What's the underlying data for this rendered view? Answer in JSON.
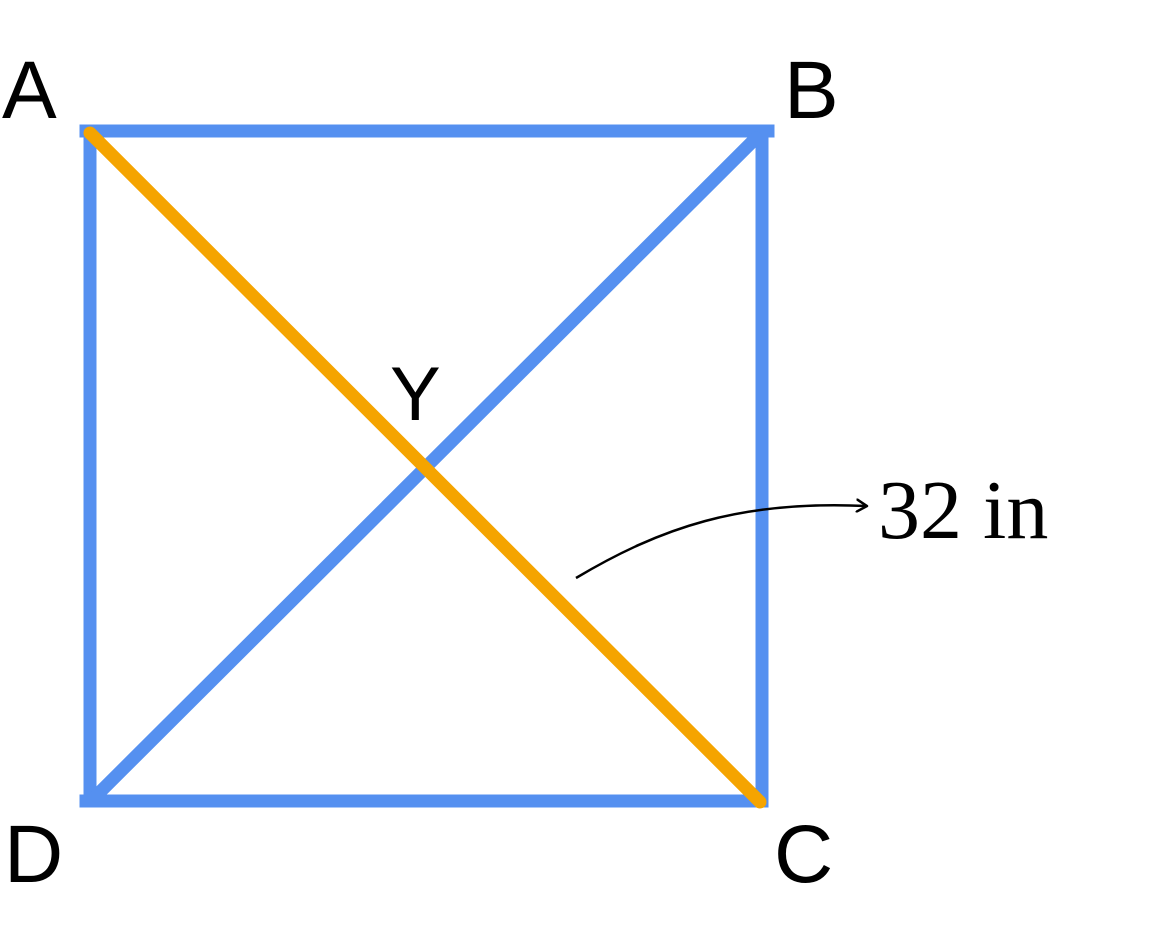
{
  "diagram": {
    "vertices": {
      "A": "A",
      "B": "B",
      "C": "C",
      "D": "D"
    },
    "center_label": "Y",
    "measurement": "32 in",
    "colors": {
      "square_sides": "#5590f0",
      "diagonal_bd": "#5590f0",
      "diagonal_ac": "#f5a400",
      "arrow": "#000000",
      "text": "#000000"
    }
  }
}
